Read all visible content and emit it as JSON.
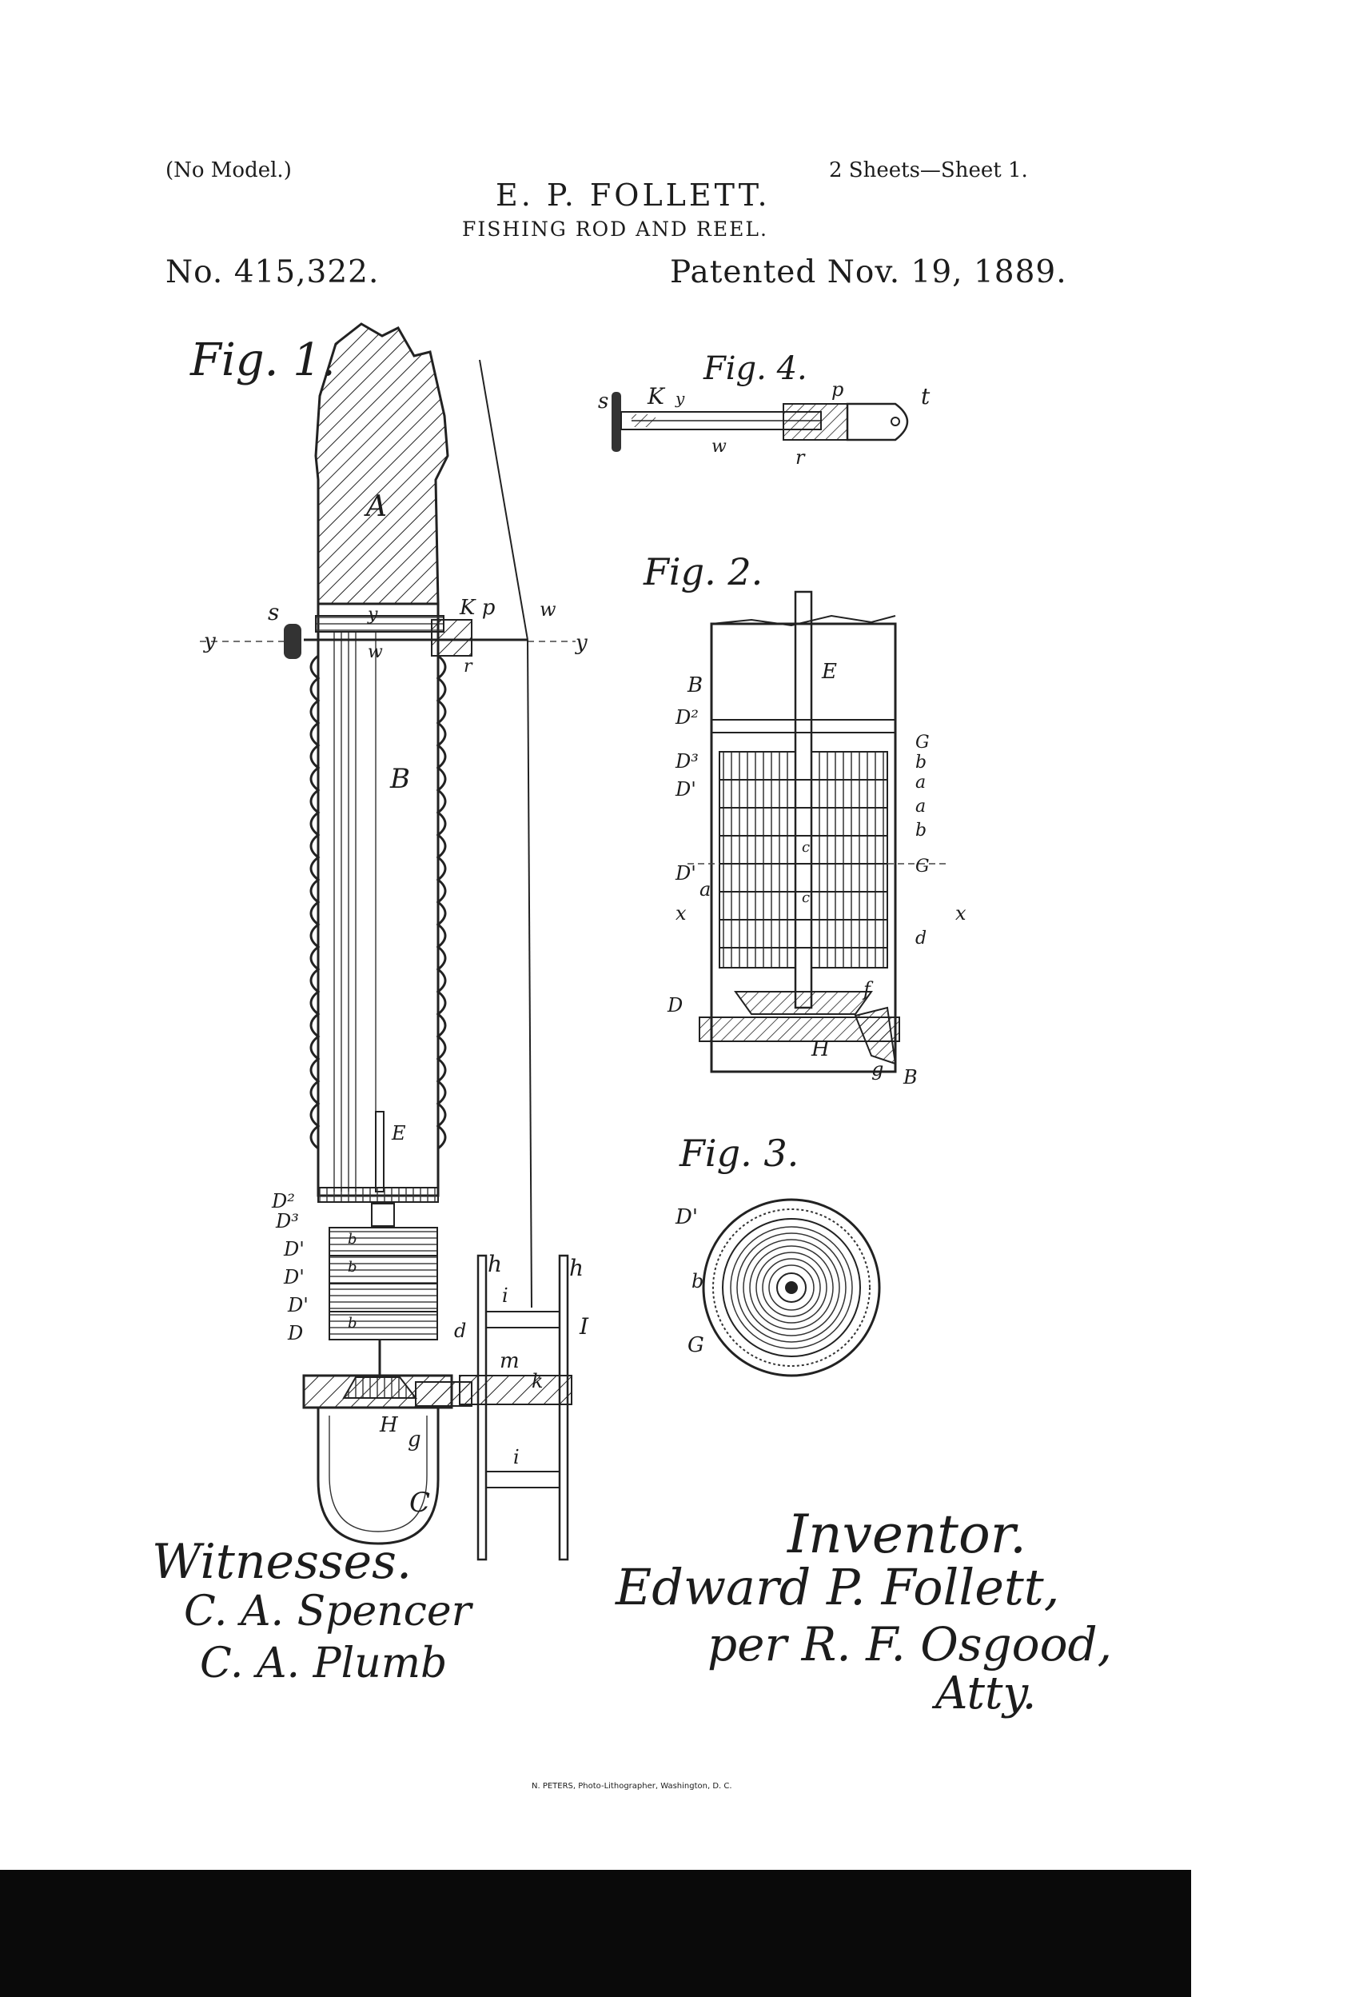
{
  "header": {
    "model_note": "(No Model.)",
    "sheets": "2 Sheets—Sheet 1.",
    "inventor_name": "E. P. FOLLETT.",
    "title": "FISHING ROD AND REEL.",
    "patent_number": "No. 415,322.",
    "patented_date": "Patented Nov. 19, 1889."
  },
  "figures": {
    "fig1": {
      "label": "Fig. 1.",
      "parts": [
        "A",
        "B",
        "C",
        "E",
        "H",
        "I",
        "K",
        "p",
        "w",
        "y",
        "s",
        "r",
        "g",
        "k",
        "m",
        "d",
        "i",
        "h",
        "D",
        "D'",
        "D2",
        "D3",
        "b"
      ]
    },
    "fig2": {
      "label": "Fig. 2.",
      "parts": [
        "E",
        "B",
        "D2",
        "D3",
        "D'",
        "D",
        "G",
        "a",
        "b",
        "c",
        "d",
        "f",
        "g",
        "H",
        "x"
      ]
    },
    "fig3": {
      "label": "Fig. 3.",
      "parts": [
        "D'",
        "b",
        "G"
      ]
    },
    "fig4": {
      "label": "Fig. 4.",
      "parts": [
        "K",
        "y",
        "s",
        "w",
        "p",
        "r",
        "t"
      ]
    }
  },
  "signatures": {
    "witnesses_label": "Witnesses.",
    "witness_1": "C. A. Spencer",
    "witness_2": "C. A. Plumb",
    "inventor_label": "Inventor.",
    "inventor_signature": "Edward P. Follett,",
    "attorney_line": "per R. F. Osgood,",
    "attorney_suffix": "Atty."
  },
  "footer": {
    "printer": "N. PETERS, Photo-Lithographer, Washington, D. C."
  }
}
